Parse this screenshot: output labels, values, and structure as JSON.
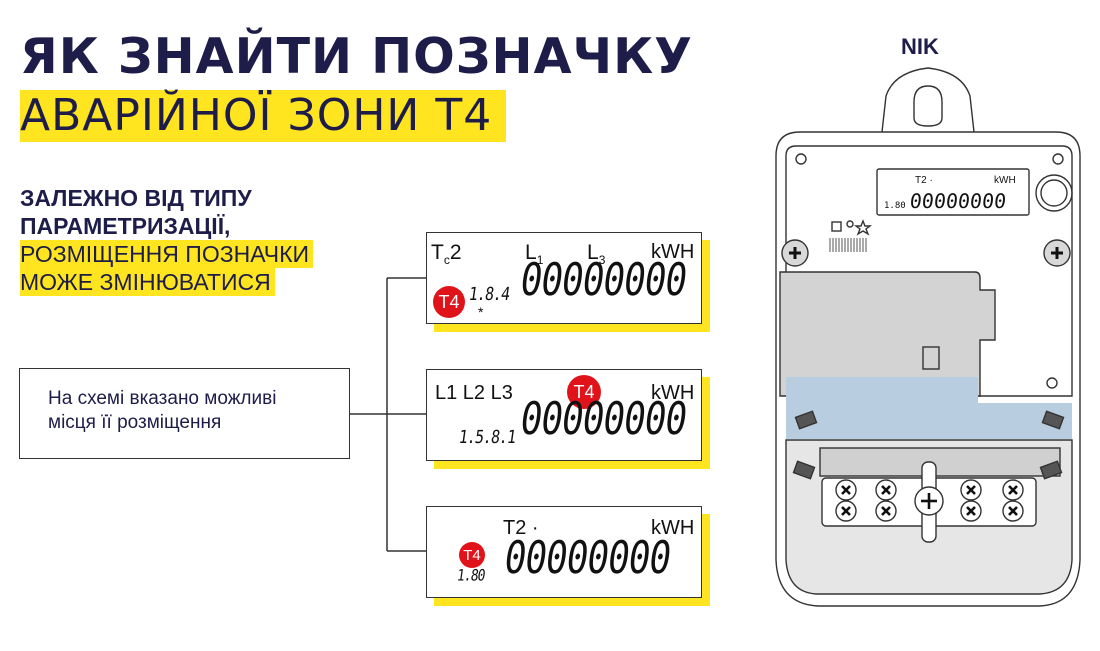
{
  "title_line1": "ЯК ЗНАЙТИ ПОЗНАЧКУ",
  "title_line2": "АВАРІЙНОЇ ЗОНИ Т4",
  "subtitle_bold": [
    "ЗАЛЕЖНО ВІД ТИПУ",
    "ПАРАМЕТРИЗАЦІЇ,"
  ],
  "subtitle_highlight": [
    "РОЗМІЩЕННЯ ПОЗНАЧКИ",
    "МОЖЕ ЗМІНЮВАТИСЯ"
  ],
  "note_lines": [
    "На схемі вказано можливі",
    "місця її розміщення"
  ],
  "brand": "NIK",
  "panels": [
    {
      "tariff_main": "T",
      "tariff_sub": "c",
      "tariff_num": "2",
      "phase1_main": "L",
      "phase1_sub": "1",
      "phase3_main": "L",
      "phase3_sub": "3",
      "unit": "kWH",
      "badge": "T4",
      "obis": "1.8.4",
      "star": "*",
      "digits": "00000000"
    },
    {
      "phases": "L1 L2 L3",
      "badge": "T4",
      "unit": "kWH",
      "obis": "1.5.8.1",
      "digits": "00000000"
    },
    {
      "tariff": "T2 ·",
      "unit": "kWH",
      "badge": "T4",
      "obis": "1.80",
      "digits": "00000000"
    }
  ],
  "meter_display": {
    "tariff": "T2 ·",
    "unit": "kWH",
    "obis": "1.80",
    "digits": "00000000"
  },
  "colors": {
    "navy": "#1e1c48",
    "yellow": "#ffe51f",
    "badge_red": "#e0131a",
    "meter_blue": "#b8cde0"
  }
}
